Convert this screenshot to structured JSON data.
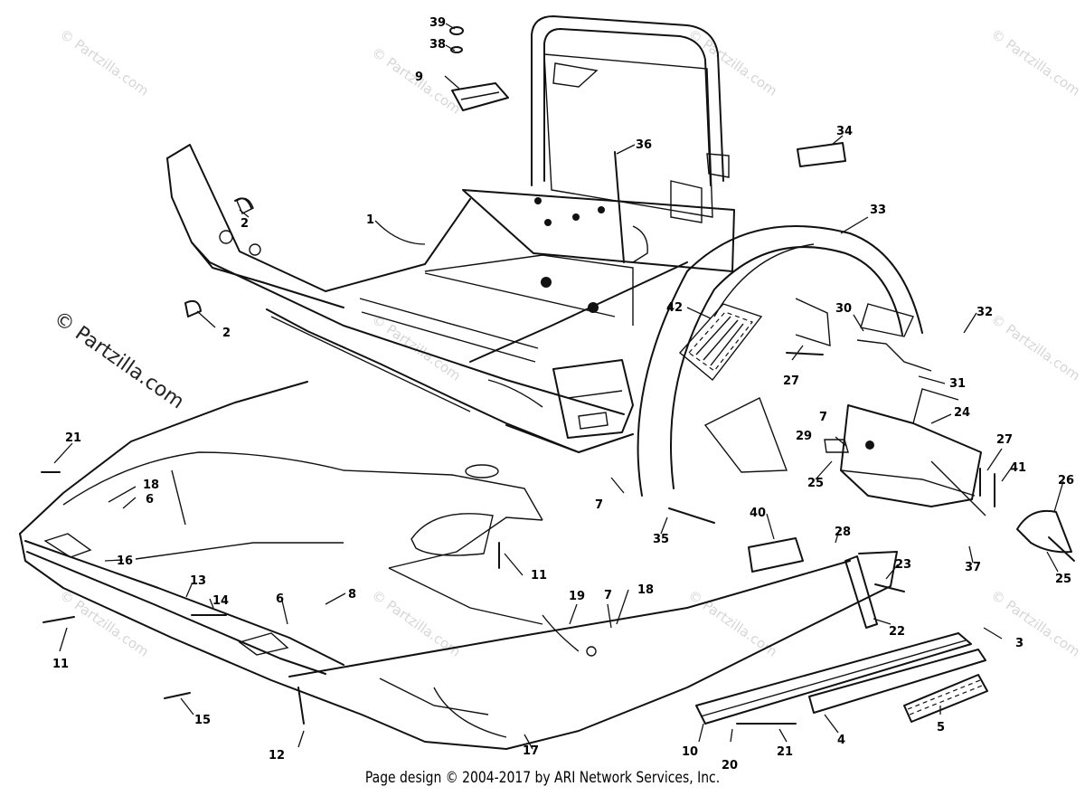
{
  "watermarks": {
    "main": "© Partzilla.com",
    "repeat": "© Partzilla.com"
  },
  "footer": {
    "text": "Page design © 2004-2017 by ARI Network Services, Inc."
  },
  "callouts": [
    "1",
    "2",
    "2",
    "3",
    "4",
    "5",
    "6",
    "6",
    "7",
    "7",
    "7",
    "8",
    "9",
    "10",
    "11",
    "11",
    "12",
    "13",
    "14",
    "15",
    "16",
    "17",
    "18",
    "18",
    "19",
    "20",
    "21",
    "21",
    "22",
    "23",
    "24",
    "25",
    "25",
    "26",
    "27",
    "27",
    "28",
    "29",
    "30",
    "31",
    "32",
    "33",
    "34",
    "35",
    "36",
    "37",
    "38",
    "39",
    "40",
    "41",
    "42"
  ]
}
